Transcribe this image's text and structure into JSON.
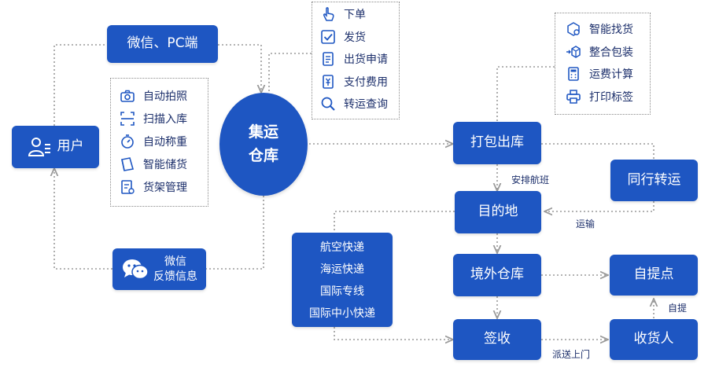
{
  "nodes": {
    "wechat_pc": "微信、PC端",
    "user": "用户",
    "hub_line1": "集运",
    "hub_line2": "仓库",
    "pack_out": "打包出库",
    "destination": "目的地",
    "overseas_warehouse": "境外仓库",
    "sign": "签收",
    "self_pickup_point": "自提点",
    "receiver": "收货人",
    "peer_transfer": "同行转运",
    "feedback_line1": "微信",
    "feedback_line2": "反馈信息"
  },
  "warehouse_features": [
    {
      "icon": "camera-icon",
      "label": "自动拍照"
    },
    {
      "icon": "scan-icon",
      "label": "扫描入库"
    },
    {
      "icon": "stopwatch-icon",
      "label": "自动称重"
    },
    {
      "icon": "storage-icon",
      "label": "智能储货"
    },
    {
      "icon": "shelf-doc-icon",
      "label": "货架管理"
    }
  ],
  "order_steps": [
    {
      "icon": "hand-pointer-icon",
      "label": "下单"
    },
    {
      "icon": "checkbox-icon",
      "label": "发货"
    },
    {
      "icon": "document-icon",
      "label": "出货申请"
    },
    {
      "icon": "payment-icon",
      "label": "支付费用"
    },
    {
      "icon": "magnifier-icon",
      "label": "转运查询"
    }
  ],
  "packing_features": [
    {
      "icon": "box-search-icon",
      "label": "智能找货"
    },
    {
      "icon": "package-merge-icon",
      "label": "整合包装"
    },
    {
      "icon": "calculator-icon",
      "label": "运费计算"
    },
    {
      "icon": "printer-icon",
      "label": "打印标签"
    }
  ],
  "shipping_methods": [
    "航空快递",
    "海运快递",
    "国际专线",
    "国际中小快递"
  ],
  "edge_labels": {
    "arrange_flight": "安排航班",
    "transport": "运输",
    "self_pickup": "自提",
    "door_delivery": "派送上门"
  },
  "colors": {
    "node_fill": "#1e56c2",
    "text_dark": "#1c2f6b",
    "connector": "#9a9a9a"
  }
}
